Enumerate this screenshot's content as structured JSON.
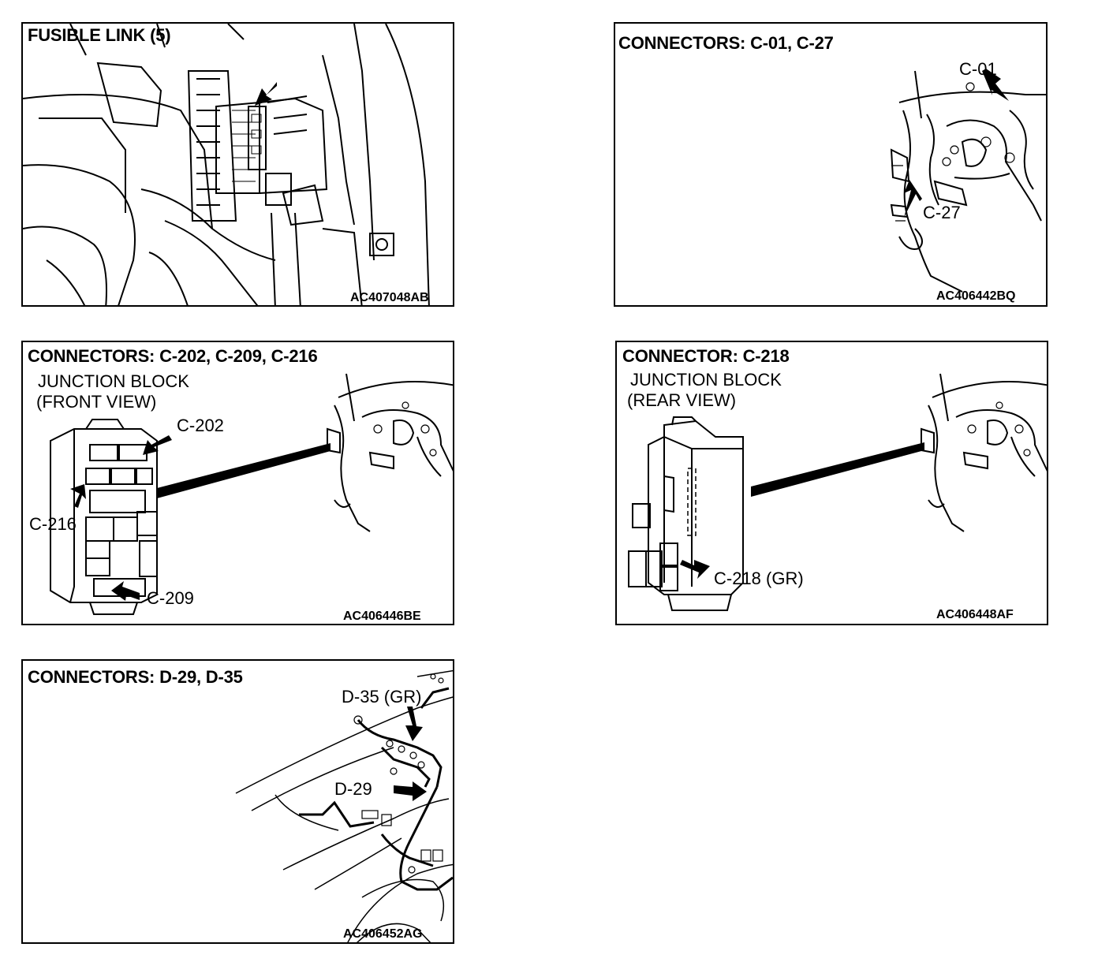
{
  "panels": {
    "fusible": {
      "title": "FUSIBLE LINK (5)",
      "code": "AC407048AB"
    },
    "c01": {
      "title": "CONNECTORS: C-01, C-27",
      "code": "AC406442BQ",
      "labels": {
        "c01": "C-01",
        "c27": "C-27"
      }
    },
    "c202": {
      "title": "CONNECTORS: C-202, C-209, C-216",
      "code": "AC406446BE",
      "subtitle": [
        "JUNCTION BLOCK",
        "(FRONT VIEW)"
      ],
      "labels": {
        "c202": "C-202",
        "c216": "C-216",
        "c209": "C-209"
      }
    },
    "c218": {
      "title": "CONNECTOR: C-218",
      "code": "AC406448AF",
      "subtitle": [
        "JUNCTION BLOCK",
        "(REAR VIEW)"
      ],
      "labels": {
        "c218": "C-218 (GR)"
      }
    },
    "d29": {
      "title": "CONNECTORS: D-29, D-35",
      "code": "AC406452AG",
      "labels": {
        "d35": "D-35 (GR)",
        "d29": "D-29"
      }
    }
  }
}
